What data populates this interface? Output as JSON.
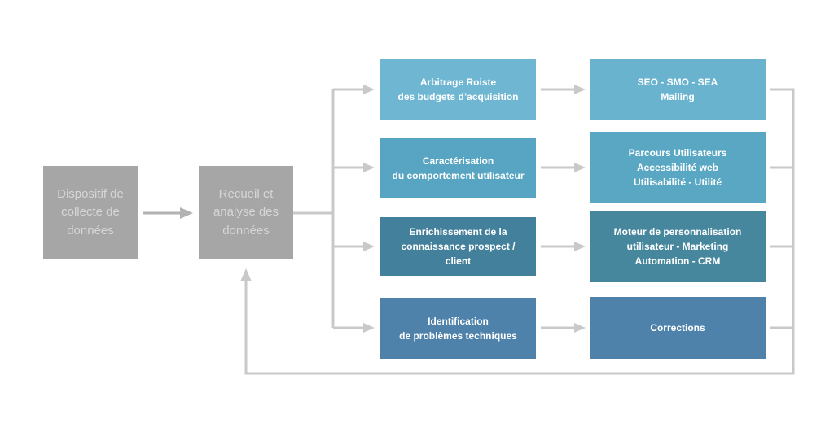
{
  "colors": {
    "connector": "#c9c9c9",
    "primary-arrow": "#b2b2b2",
    "text-on-blue": "#ffffff",
    "canvas-bg": "#ffffff"
  },
  "diagram": {
    "input": {
      "label": "Dispositif de\ncollecte de\ndonnées",
      "bg": "#a6a6a6",
      "fg": "#d6d6d6"
    },
    "hub": {
      "label": "Recueil et\nanalyse des\ndonnées",
      "bg": "#a6a6a6",
      "fg": "#d6d6d6"
    },
    "rows": [
      {
        "analysis": {
          "label": "Arbitrage Roiste\ndes budgets d’acquisition",
          "bg": "#6fb6d2"
        },
        "action": {
          "label": "SEO - SMO - SEA\nMailing",
          "bg": "#69b3cf"
        }
      },
      {
        "analysis": {
          "label": "Caractérisation\ndu comportement utilisateur",
          "bg": "#58a5c3"
        },
        "action": {
          "label": "Parcours Utilisateurs\nAccessibilité web\nUtilisabilité - Utilité",
          "bg": "#59a7c3"
        }
      },
      {
        "analysis": {
          "label": "Enrichissement de la\nconnaissance prospect /\nclient",
          "bg": "#43809b"
        },
        "action": {
          "label": "Moteur de personnalisation\nutilisateur - Marketing\nAutomation - CRM",
          "bg": "#46879e"
        }
      },
      {
        "analysis": {
          "label": "Identification\nde problèmes techniques",
          "bg": "#4e82ab"
        },
        "action": {
          "label": "Corrections",
          "bg": "#4e82ab"
        }
      }
    ]
  }
}
